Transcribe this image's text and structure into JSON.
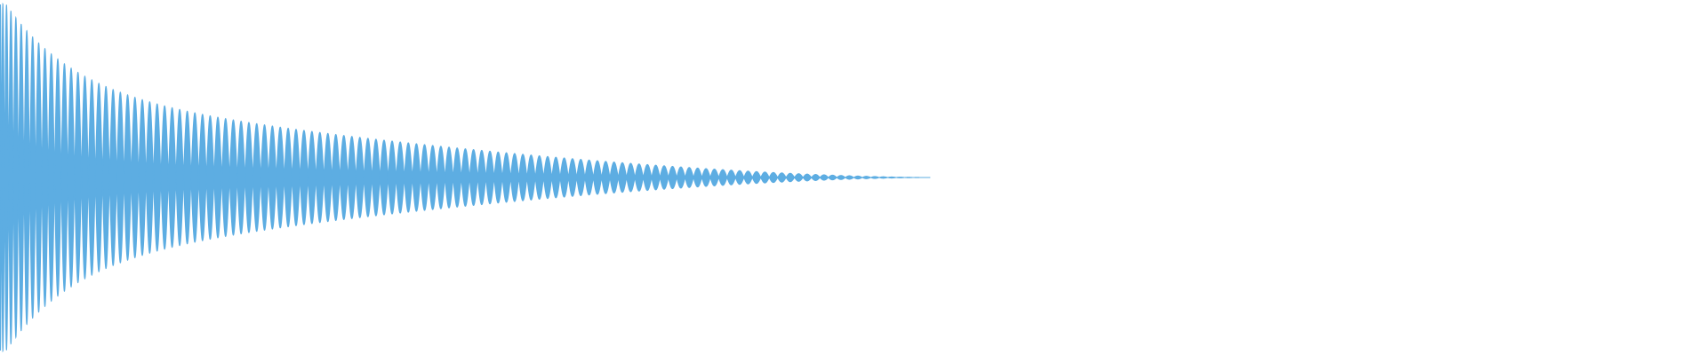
{
  "waveform": {
    "color": "#5dade2",
    "background": "#ffffff",
    "cycles": 60,
    "peak_amplitude": 1.0,
    "envelope": "decaying",
    "signal_end_fraction_of_view": 0.545
  }
}
